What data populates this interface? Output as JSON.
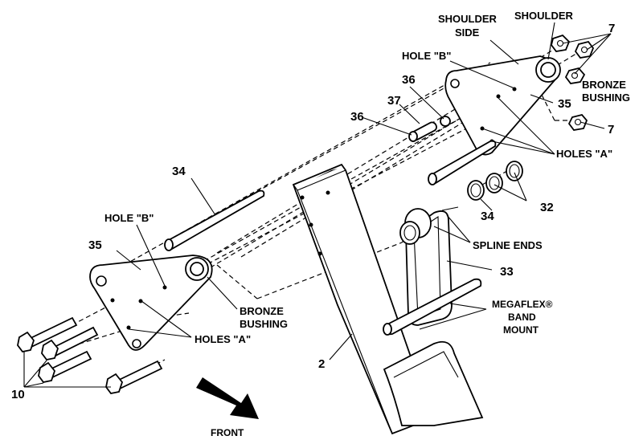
{
  "labels": {
    "shoulder_side": [
      "SHOULDER",
      "SIDE"
    ],
    "shoulder": "SHOULDER",
    "hole_b_top": "HOLE \"B\"",
    "hole_b_left": "HOLE \"B\"",
    "bronze_bushing_right": [
      "BRONZE",
      "BUSHING"
    ],
    "bronze_bushing_left": [
      "BRONZE",
      "BUSHING"
    ],
    "holes_a_right": "HOLES \"A\"",
    "holes_a_left": "HOLES \"A\"",
    "spline_ends": "SPLINE ENDS",
    "megaflex": [
      "MEGAFLEX®",
      "BAND",
      "MOUNT"
    ],
    "front": "FRONT"
  },
  "part_numbers": {
    "p7_top": "7",
    "p7_bottom": "7",
    "p36_top": "36",
    "p36_left": "36",
    "p37": "37",
    "p35_right": "35",
    "p35_left": "35",
    "p34_left": "34",
    "p34_right": "34",
    "p32": "32",
    "p33": "33",
    "p2": "2",
    "p10": "10"
  }
}
